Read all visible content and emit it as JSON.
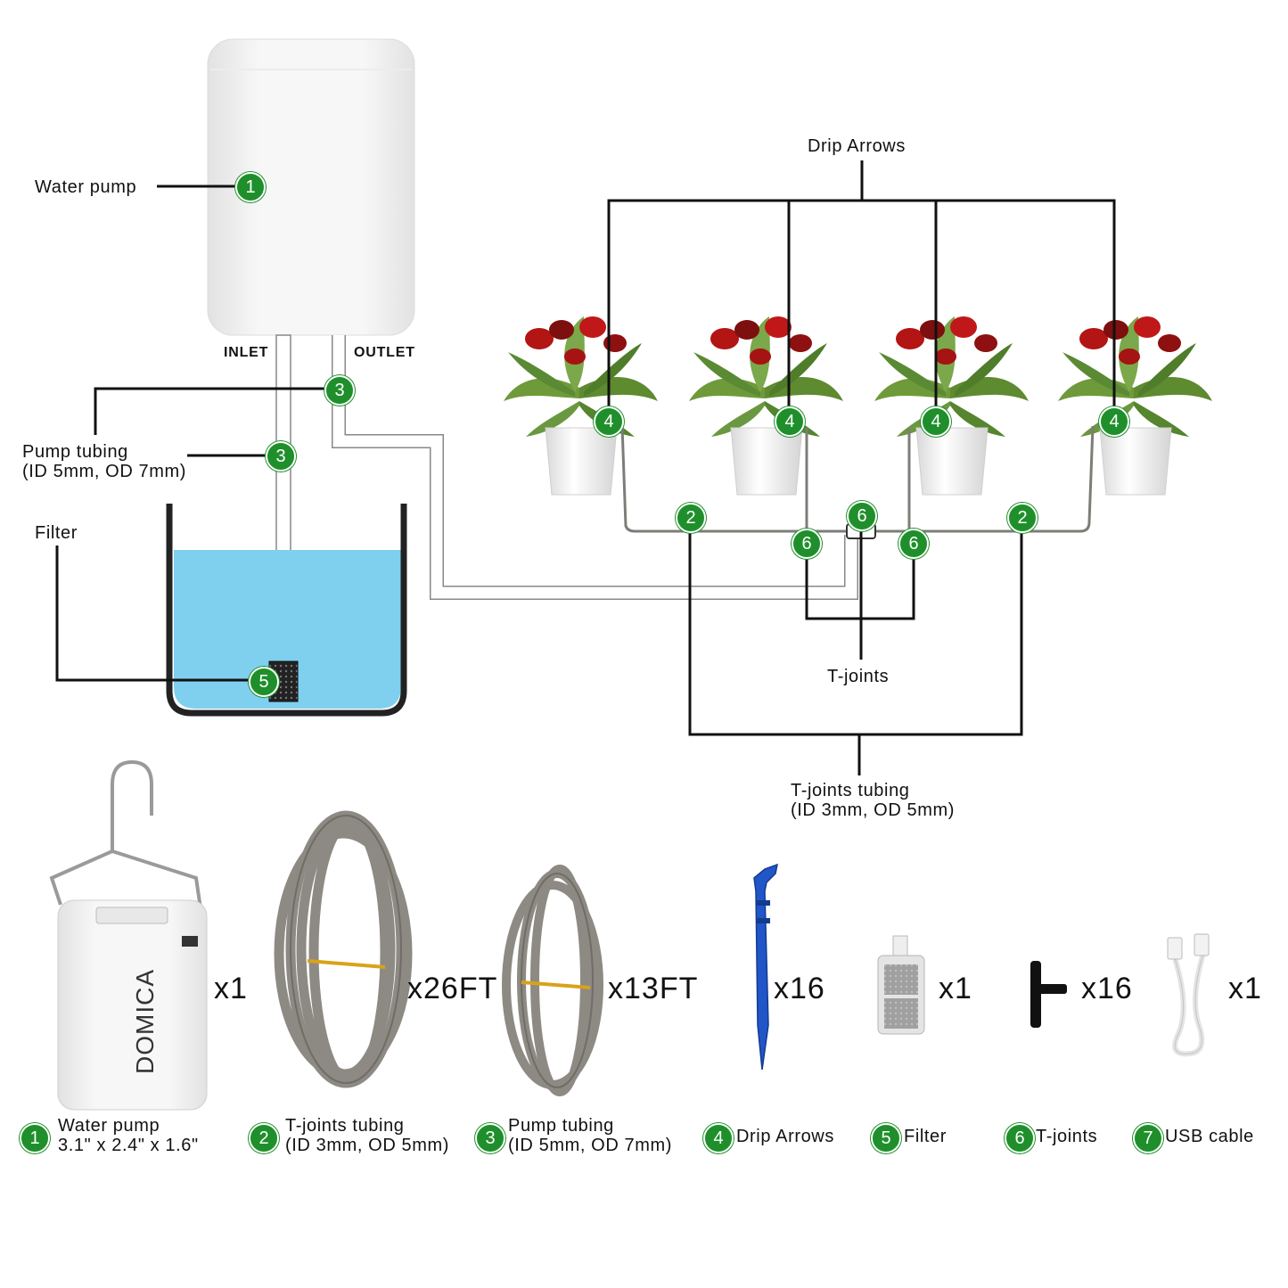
{
  "colors": {
    "badge": "#1f8f2b",
    "water": "#7fd0ee",
    "tube": "#8a8a84",
    "tube_wire": "#555555"
  },
  "diagram": {
    "water_pump_label": "Water pump",
    "inlet_label": "INLET",
    "outlet_label": "OUTLET",
    "pump_tubing_label_1": "Pump tubing",
    "pump_tubing_label_2": "(ID 5mm, OD 7mm)",
    "filter_label": "Filter",
    "drip_arrows_label": "Drip Arrows",
    "t_joints_label": "T-joints",
    "t_joints_tubing_label_1": "T-joints tubing",
    "t_joints_tubing_label_2": "(ID 3mm, OD 5mm)"
  },
  "badges": {
    "n1": "1",
    "n2": "2",
    "n3": "3",
    "n4": "4",
    "n5": "5",
    "n6": "6",
    "n7": "7"
  },
  "products": {
    "pump_brand": "DOMICA",
    "quantities": [
      "x1",
      "x26FT",
      "x13FT",
      "x16",
      "x1",
      "x16",
      "x1"
    ]
  },
  "legend": [
    {
      "num": "1",
      "line1": "Water pump",
      "line2": "3.1\" x 2.4\" x 1.6\""
    },
    {
      "num": "2",
      "line1": "T-joints tubing",
      "line2": "(ID 3mm, OD 5mm)"
    },
    {
      "num": "3",
      "line1": "Pump tubing",
      "line2": "(ID 5mm, OD 7mm)"
    },
    {
      "num": "4",
      "line1": "Drip Arrows",
      "line2": ""
    },
    {
      "num": "5",
      "line1": "Filter",
      "line2": ""
    },
    {
      "num": "6",
      "line1": "T-joints",
      "line2": ""
    },
    {
      "num": "7",
      "line1": "USB cable",
      "line2": ""
    }
  ]
}
